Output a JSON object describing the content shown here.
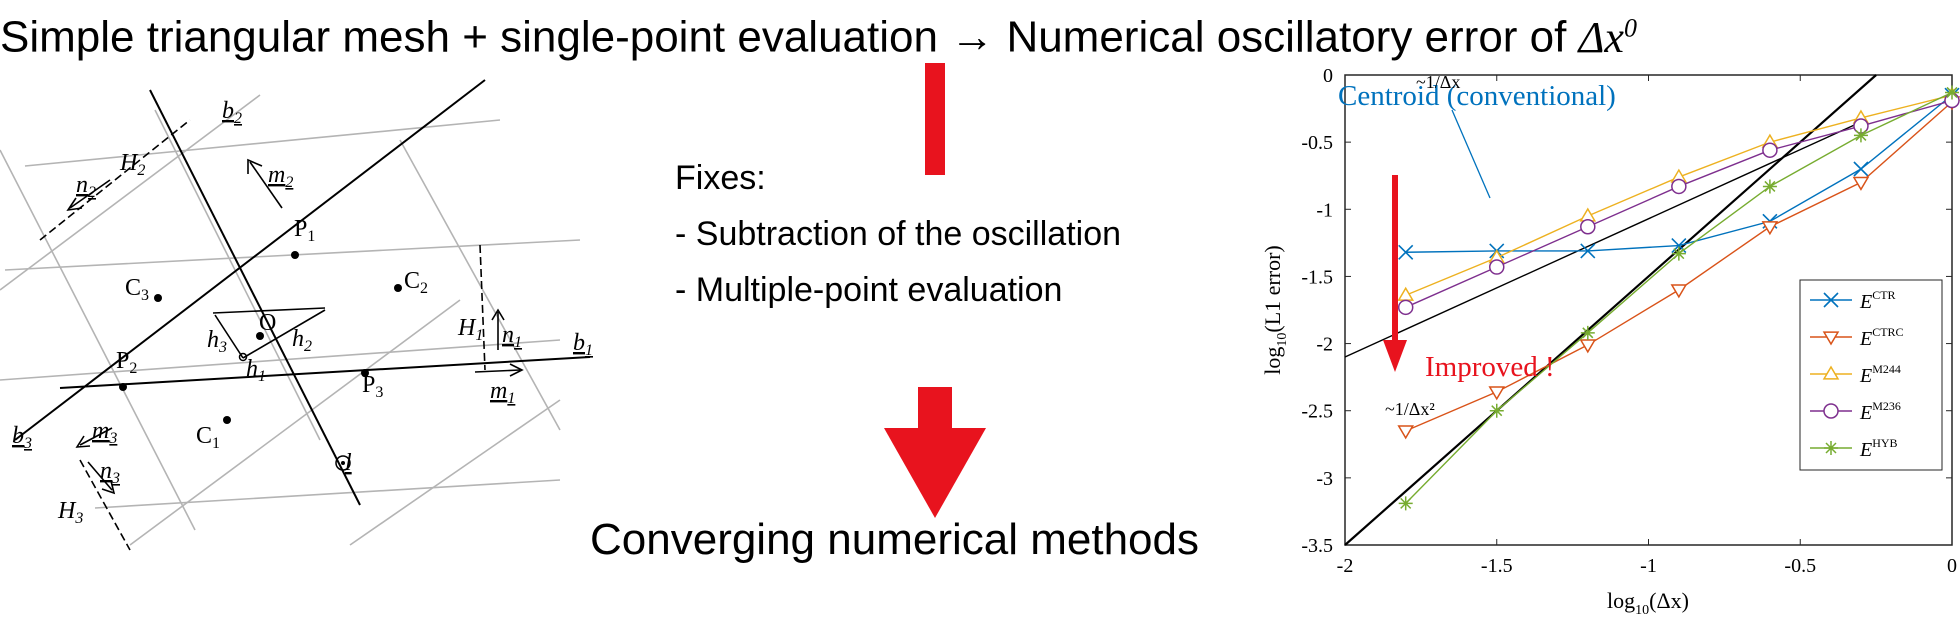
{
  "header": {
    "title_main": "Simple triangular mesh + single-point evaluation",
    "title_arrow": "→",
    "title_tail": "Numerical oscillatory error of",
    "title_dx": "Δx",
    "title_dx_exp": "0"
  },
  "middle": {
    "fixes_label": "Fixes:",
    "fix_items": [
      "- Subtraction of the oscillation",
      "- Multiple-point evaluation"
    ],
    "result_label": "Converging numerical methods"
  },
  "diagram": {
    "point_labels": {
      "P1": "P",
      "P1s": "1",
      "P2": "P",
      "P2s": "2",
      "P3": "P",
      "P3s": "3",
      "O": "O",
      "C1": "C",
      "C1s": "1",
      "C2": "C",
      "C2s": "2",
      "C3": "C",
      "C3s": "3"
    },
    "vector_labels": {
      "b1": "b",
      "b1s": "1",
      "b2": "b",
      "b2s": "2",
      "b3": "b",
      "b3s": "3",
      "m1": "m",
      "m1s": "1",
      "m2": "m",
      "m2s": "2",
      "m3": "m",
      "m3s": "3",
      "n1": "n",
      "n1s": "1",
      "n2": "n",
      "n2s": "2",
      "n3": "n",
      "n3s": "3",
      "H1": "H",
      "H1s": "1",
      "H2": "H",
      "H2s": "2",
      "H3": "H",
      "H3s": "3",
      "h1": "h",
      "h1s": "1",
      "h2": "h",
      "h2s": "2",
      "h3": "h",
      "h3s": "3",
      "l": "l"
    }
  },
  "colors": {
    "accent_red": "#e8131e",
    "grid_gray": "#b4b4b4",
    "ctr": "#0072bd",
    "ctrc": "#d95319",
    "m244": "#edb120",
    "m236": "#7e2f8e",
    "hyb": "#77ac30"
  },
  "chart_data": {
    "type": "line",
    "xlabel": "log10(Δx)",
    "xlabel_base": "log",
    "xlabel_sub": "10",
    "xlabel_rest": "(Δx)",
    "ylabel": "log10(L1 error)",
    "ylabel_base": "log",
    "ylabel_sub": "10",
    "ylabel_rest": "(L1 error)",
    "xlim": [
      -2,
      0
    ],
    "ylim": [
      -3.5,
      0
    ],
    "xticks": [
      "-2",
      "-1.5",
      "-1",
      "-0.5",
      "0"
    ],
    "yticks": [
      "0",
      "-0.5",
      "-1",
      "-1.5",
      "-2",
      "-2.5",
      "-3",
      "-3.5"
    ],
    "x": [
      -1.8,
      -1.5,
      -1.2,
      -0.9,
      -0.6,
      -0.3,
      0
    ],
    "series": [
      {
        "name": "E^CTR",
        "base": "E",
        "sup": "CTR",
        "marker": "x",
        "color": "#0072bd",
        "values": [
          -1.32,
          -1.31,
          -1.31,
          -1.27,
          -1.09,
          -0.7,
          -0.15
        ]
      },
      {
        "name": "E^CTRC",
        "base": "E",
        "sup": "CTRC",
        "marker": "tri-down",
        "color": "#d95319",
        "values": [
          -2.65,
          -2.36,
          -2.01,
          -1.6,
          -1.13,
          -0.8,
          -0.2
        ]
      },
      {
        "name": "E^M244",
        "base": "E",
        "sup": "M244",
        "marker": "tri-up",
        "color": "#edb120",
        "values": [
          -1.64,
          -1.36,
          -1.05,
          -0.76,
          -0.5,
          -0.32,
          -0.15
        ]
      },
      {
        "name": "E^M236",
        "base": "E",
        "sup": "M236",
        "marker": "circle",
        "color": "#7e2f8e",
        "values": [
          -1.73,
          -1.43,
          -1.13,
          -0.83,
          -0.56,
          -0.38,
          -0.19
        ]
      },
      {
        "name": "E^HYB",
        "base": "E",
        "sup": "HYB",
        "marker": "star",
        "color": "#77ac30",
        "values": [
          -3.19,
          -2.5,
          -1.92,
          -1.33,
          -0.83,
          -0.45,
          -0.13
        ]
      }
    ],
    "reference_lines": [
      {
        "label": "~1/Δx",
        "points": [
          [
            -2,
            -2.1
          ],
          [
            -0.3,
            -0.35
          ]
        ]
      },
      {
        "label": "~1/Δx²",
        "points": [
          [
            -2,
            -3.5
          ],
          [
            -0.25,
            0
          ]
        ]
      }
    ],
    "annotations": {
      "centroid": "Centroid (conventional)",
      "improved": "Improved !"
    },
    "legend_placement": "bottom-right"
  }
}
